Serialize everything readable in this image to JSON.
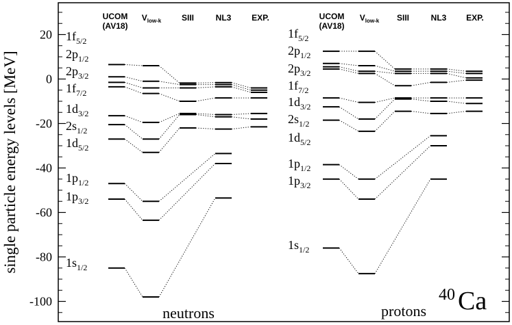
{
  "chart_data": {
    "type": "level-scheme",
    "ylabel": "single particle energy levels [MeV]",
    "ylim": [
      -110,
      35
    ],
    "yticks": [
      20,
      0,
      -20,
      -40,
      -60,
      -80,
      -100
    ],
    "nucleus": {
      "mass": "40",
      "symbol": "Ca"
    },
    "panels": [
      {
        "name": "neutrons",
        "columns": [
          {
            "key": "ucom",
            "label_line1": "UCOM",
            "label_line2": "(AV18)"
          },
          {
            "key": "vlowk",
            "label_main": "V",
            "label_sub": "low-k"
          },
          {
            "key": "siii",
            "label_main": "SIII"
          },
          {
            "key": "nl3",
            "label_main": "NL3"
          },
          {
            "key": "exp",
            "label_main": "EXP."
          }
        ],
        "levels": [
          {
            "orbital": "1f",
            "j": "5/2",
            "values": [
              6.5,
              6.0,
              -1.8,
              -1.6,
              -4.0
            ]
          },
          {
            "orbital": "2p",
            "j": "1/2",
            "values": [
              1.0,
              -1.0,
              -2.5,
              -2.5,
              -5.0
            ]
          },
          {
            "orbital": "2p",
            "j": "3/2",
            "values": [
              -1.5,
              -4.0,
              -4.0,
              -3.5,
              -6.0
            ]
          },
          {
            "orbital": "1f",
            "j": "7/2",
            "values": [
              -3.5,
              -6.5,
              -10.0,
              -8.5,
              -8.5
            ]
          },
          {
            "orbital": "1d",
            "j": "3/2",
            "values": [
              -16.5,
              -19.5,
              -15.5,
              -16.0,
              -15.5
            ]
          },
          {
            "orbital": "2s",
            "j": "1/2",
            "values": [
              -20.5,
              -27.0,
              -16.0,
              -17.0,
              -18.0
            ]
          },
          {
            "orbital": "1d",
            "j": "5/2",
            "values": [
              -27.0,
              -33.0,
              -22.0,
              -22.5,
              -21.5
            ]
          },
          {
            "orbital": "1p",
            "j": "1/2",
            "values": [
              -47.0,
              -55.0,
              null,
              -33.5,
              null
            ]
          },
          {
            "orbital": "1p",
            "j": "3/2",
            "values": [
              -54.0,
              -63.5,
              null,
              -38.0,
              null
            ]
          },
          {
            "orbital": "1s",
            "j": "1/2",
            "values": [
              -85.0,
              -98.0,
              null,
              -53.5,
              null
            ]
          }
        ]
      },
      {
        "name": "protons",
        "columns": [
          {
            "key": "ucom",
            "label_line1": "UCOM",
            "label_line2": "(AV18)"
          },
          {
            "key": "vlowk",
            "label_main": "V",
            "label_sub": "low-k"
          },
          {
            "key": "siii",
            "label_main": "SIII"
          },
          {
            "key": "nl3",
            "label_main": "NL3"
          },
          {
            "key": "exp",
            "label_main": "EXP."
          }
        ],
        "levels": [
          {
            "orbital": "1f",
            "j": "5/2",
            "values": [
              12.5,
              12.5,
              4.5,
              4.5,
              3.5
            ]
          },
          {
            "orbital": "2p",
            "j": "1/2",
            "values": [
              7.0,
              6.0,
              3.5,
              3.5,
              2.5
            ]
          },
          {
            "orbital": "2p",
            "j": "3/2",
            "values": [
              5.5,
              3.5,
              2.5,
              2.5,
              0.5
            ]
          },
          {
            "orbital": "1f",
            "j": "7/2",
            "values": [
              4.5,
              2.5,
              -3.0,
              -1.5,
              -0.5
            ]
          },
          {
            "orbital": "1d",
            "j": "3/2",
            "values": [
              -8.5,
              -10.5,
              -8.5,
              -8.5,
              -8.5
            ]
          },
          {
            "orbital": "2s",
            "j": "1/2",
            "values": [
              -12.5,
              -18.0,
              -9.0,
              -10.0,
              -11.0
            ]
          },
          {
            "orbital": "1d",
            "j": "5/2",
            "values": [
              -18.5,
              -23.5,
              -14.5,
              -15.5,
              -14.5
            ]
          },
          {
            "orbital": "1p",
            "j": "1/2",
            "values": [
              -38.5,
              -45.0,
              null,
              -25.5,
              null
            ]
          },
          {
            "orbital": "1p",
            "j": "3/2",
            "values": [
              -45.0,
              -54.0,
              null,
              -30.0,
              null
            ]
          },
          {
            "orbital": "1s",
            "j": "1/2",
            "values": [
              -76.0,
              -87.5,
              null,
              -45.0,
              null
            ]
          }
        ]
      }
    ]
  }
}
